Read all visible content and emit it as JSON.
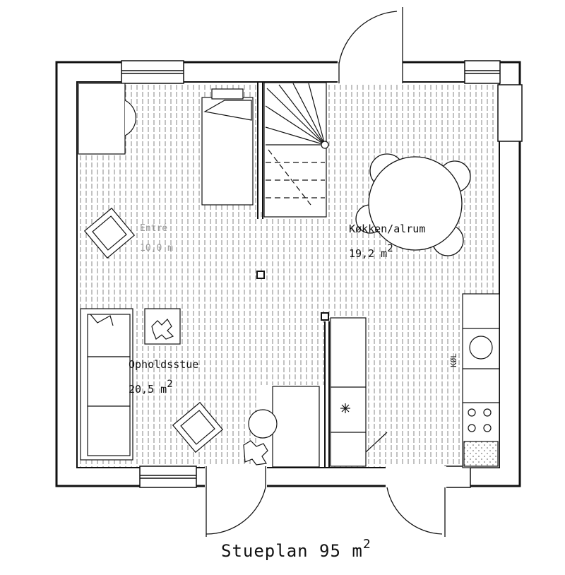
{
  "plan_title": "Stueplan 95 m",
  "plan_title_sup": "2",
  "rooms": [
    {
      "name": "Køkken/alrum",
      "area": "19,2 m",
      "area_sup": "2"
    },
    {
      "name": "Opholdsstue",
      "area": "20,5 m",
      "area_sup": "2"
    }
  ],
  "faint_room": {
    "name": "Entré",
    "area": "10,0 m"
  },
  "appliance_labels": {
    "fridge": "KØL"
  }
}
